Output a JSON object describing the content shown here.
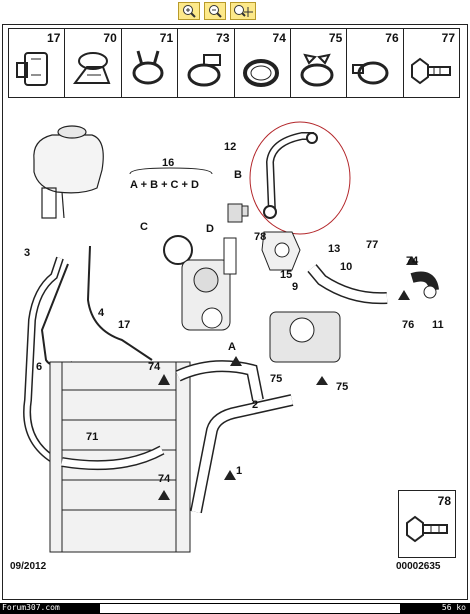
{
  "toolbar": {
    "zoom_in_icon": "magnifier-plus-icon",
    "zoom_out_icon": "magnifier-minus-icon",
    "zoom_pan_icon": "magnifier-move-icon"
  },
  "parts_row": [
    "17",
    "70",
    "71",
    "73",
    "74",
    "75",
    "76",
    "77"
  ],
  "formula": {
    "number": "16",
    "text": "A + B + C + D"
  },
  "labels": {
    "p12": "12",
    "pB": "B",
    "pC": "C",
    "pD": "D",
    "p78": "78",
    "p13": "13",
    "p77": "77",
    "p15": "15",
    "p10": "10",
    "p9": "9",
    "p74a": "74",
    "p76": "76",
    "p11": "11",
    "p3": "3",
    "p4": "4",
    "p17": "17",
    "p6": "6",
    "pA": "A",
    "p74b": "74",
    "p75a": "75",
    "p75b": "75",
    "p2": "2",
    "p71": "71",
    "p1": "1",
    "p74c": "74"
  },
  "box78_number": "78",
  "date": "09/2012",
  "reference": "00002635",
  "status": {
    "left": "Forum307.com",
    "right": "56 ko"
  }
}
